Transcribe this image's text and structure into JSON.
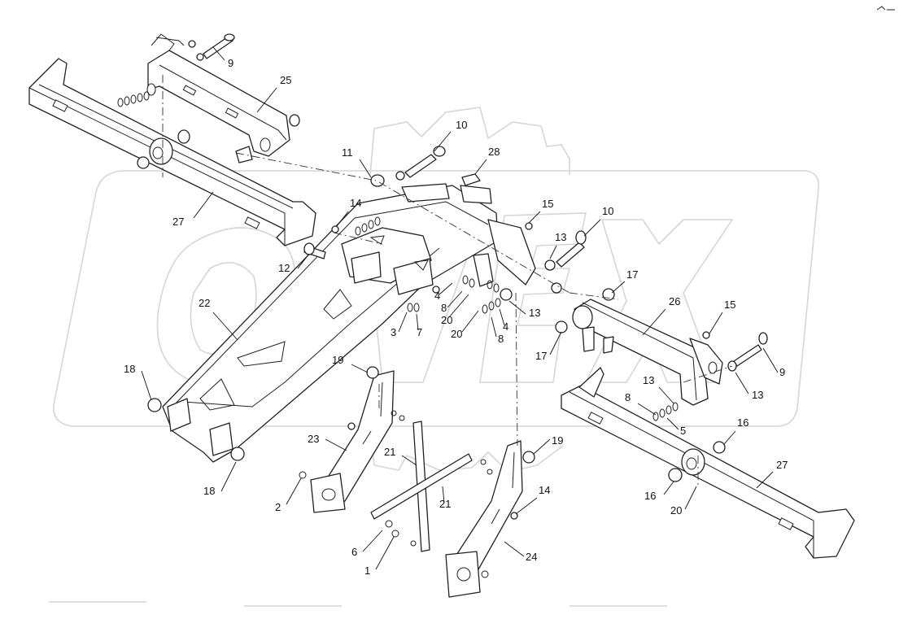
{
  "diagram": {
    "type": "exploded-parts",
    "colors": {
      "line": "#222222",
      "watermark": "#d6d6d6",
      "background": "#ffffff"
    },
    "watermark_text": "OPEX",
    "callouts": [
      {
        "id": "c9a",
        "label": "9"
      },
      {
        "id": "c25",
        "label": "25"
      },
      {
        "id": "c27a",
        "label": "27"
      },
      {
        "id": "c10a",
        "label": "10"
      },
      {
        "id": "c11",
        "label": "11"
      },
      {
        "id": "c28",
        "label": "28"
      },
      {
        "id": "c14a",
        "label": "14"
      },
      {
        "id": "c15a",
        "label": "15"
      },
      {
        "id": "c10b",
        "label": "10"
      },
      {
        "id": "c12",
        "label": "12"
      },
      {
        "id": "c13a",
        "label": "13"
      },
      {
        "id": "c17a",
        "label": "17"
      },
      {
        "id": "c4a",
        "label": "4"
      },
      {
        "id": "c8a",
        "label": "8"
      },
      {
        "id": "c20a",
        "label": "20"
      },
      {
        "id": "c13b",
        "label": "13"
      },
      {
        "id": "c3",
        "label": "3"
      },
      {
        "id": "c7",
        "label": "7"
      },
      {
        "id": "c20b",
        "label": "20"
      },
      {
        "id": "c8b",
        "label": "8"
      },
      {
        "id": "c4b",
        "label": "4"
      },
      {
        "id": "c22",
        "label": "22"
      },
      {
        "id": "c26",
        "label": "26"
      },
      {
        "id": "c15b",
        "label": "15"
      },
      {
        "id": "c17b",
        "label": "17"
      },
      {
        "id": "c18a",
        "label": "18"
      },
      {
        "id": "c19a",
        "label": "19"
      },
      {
        "id": "c9b",
        "label": "9"
      },
      {
        "id": "c13c",
        "label": "13"
      },
      {
        "id": "c13d",
        "label": "13"
      },
      {
        "id": "c8c",
        "label": "8"
      },
      {
        "id": "c5",
        "label": "5"
      },
      {
        "id": "c23",
        "label": "23"
      },
      {
        "id": "c21a",
        "label": "21"
      },
      {
        "id": "c19b",
        "label": "19"
      },
      {
        "id": "c16a",
        "label": "16"
      },
      {
        "id": "c27b",
        "label": "27"
      },
      {
        "id": "c18b",
        "label": "18"
      },
      {
        "id": "c2",
        "label": "2"
      },
      {
        "id": "c21b",
        "label": "21"
      },
      {
        "id": "c14b",
        "label": "14"
      },
      {
        "id": "c16b",
        "label": "16"
      },
      {
        "id": "c20c",
        "label": "20"
      },
      {
        "id": "c6",
        "label": "6"
      },
      {
        "id": "c24",
        "label": "24"
      },
      {
        "id": "c1",
        "label": "1"
      }
    ]
  }
}
